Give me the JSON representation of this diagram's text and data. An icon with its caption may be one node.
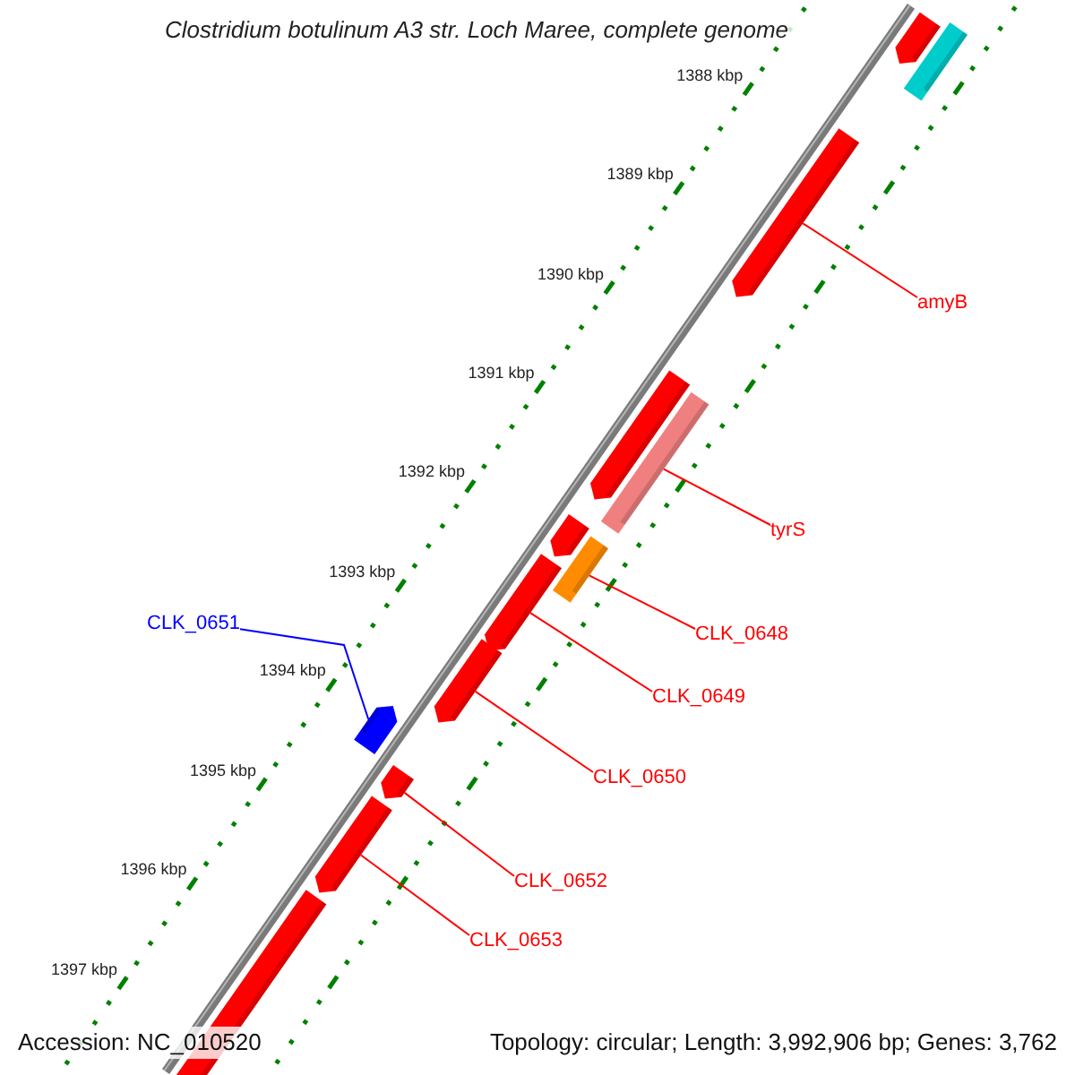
{
  "diagram": {
    "title": "Clostridium botulinum A3 str. Loch Maree, complete genome",
    "nodes": [
      {
        "text": [
          "amyB"
        ]
      },
      {
        "text": [
          "tyrS"
        ]
      },
      {
        "text": [
          "CLK_0651"
        ]
      },
      {
        "text": [
          "CLK_0648"
        ]
      },
      {
        "text": [
          "CLK_0649"
        ]
      },
      {
        "text": [
          "CLK_0650"
        ]
      },
      {
        "text": [
          "CLK_0652"
        ]
      },
      {
        "text": [
          "CLK_0653"
        ]
      },
      {
        "text": [],
        "shape": "arrow"
      },
      {
        "text": [],
        "shape": "bar"
      },
      {
        "text": [],
        "shape": "bar"
      },
      {
        "text": [],
        "shape": "arrow"
      },
      {
        "text": [],
        "shape": "arrow"
      },
      {
        "text": [],
        "shape": "arrow"
      },
      {
        "text": [],
        "shape": "arrow"
      },
      {
        "text": [],
        "shape": "arrow"
      }
    ],
    "edges": [
      {
        "from": 0,
        "to": 8,
        "arrow": "none"
      },
      {
        "from": 1,
        "to": 9,
        "arrow": "none"
      },
      {
        "from": 2,
        "to": 13,
        "arrow": "none",
        "color": "#0000ff"
      },
      {
        "from": 3,
        "to": 10,
        "arrow": "none"
      },
      {
        "from": 4,
        "to": 11,
        "arrow": "none"
      },
      {
        "from": 5,
        "to": 12,
        "arrow": "none"
      },
      {
        "from": 6,
        "to": 14,
        "arrow": "none"
      },
      {
        "from": 7,
        "to": 15,
        "arrow": "none"
      }
    ],
    "labels": [
      "1388 kbp",
      "1389 kbp",
      "1390 kbp",
      "1391 kbp",
      "1392 kbp",
      "1393 kbp",
      "1394 kbp",
      "1395 kbp",
      "1396 kbp",
      "1397 kbp",
      "Accession: NC_010520",
      "Topology: circular; Length: 3,992,906 bp; Genes: 3,762"
    ]
  }
}
